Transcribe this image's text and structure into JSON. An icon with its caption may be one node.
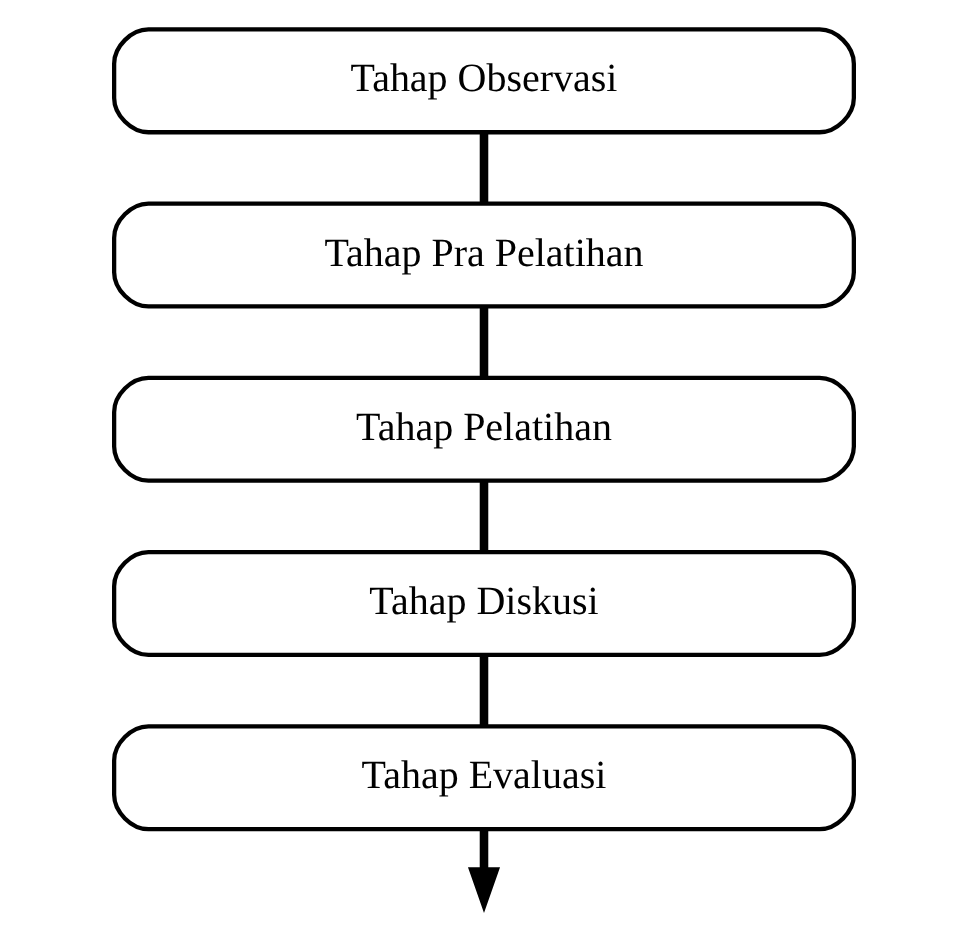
{
  "diagram": {
    "nodes": [
      {
        "text": [
          "Tahap Observasi"
        ]
      },
      {
        "text": [
          "Tahap Pra Pelatihan"
        ]
      },
      {
        "text": [
          "Tahap Pelatihan"
        ]
      },
      {
        "text": [
          "Tahap Diskusi"
        ]
      },
      {
        "text": [
          "Tahap Evaluasi"
        ]
      }
    ],
    "edges": [
      {
        "from": 0,
        "to": 1,
        "arrow": "none"
      },
      {
        "from": 1,
        "to": 2,
        "arrow": "none"
      },
      {
        "from": 2,
        "to": 3,
        "arrow": "none"
      },
      {
        "from": 3,
        "to": 4,
        "arrow": "none"
      },
      {
        "from": 4,
        "to": null,
        "arrow": "to"
      }
    ]
  }
}
